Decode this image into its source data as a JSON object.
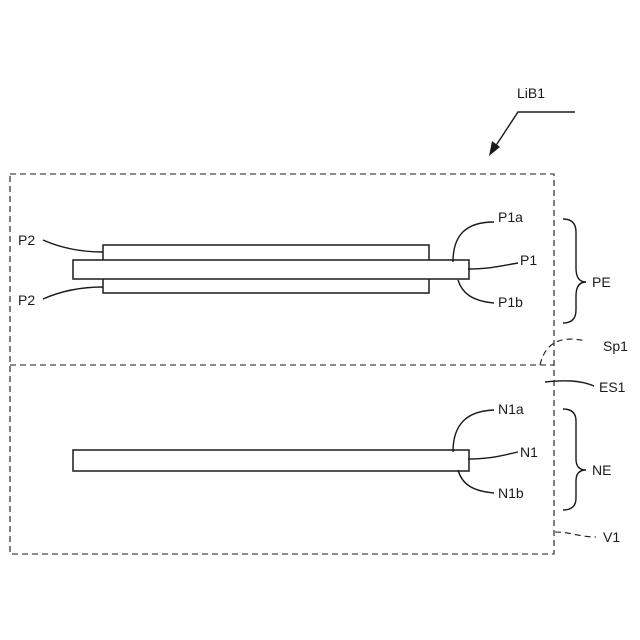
{
  "labels": {
    "lib1": "LiB1",
    "p2_top": "P2",
    "p2_bottom": "P2",
    "p1a": "P1a",
    "p1": "P1",
    "p1b": "P1b",
    "pe": "PE",
    "sp1": "Sp1",
    "es1": "ES1",
    "n1a": "N1a",
    "n1": "N1",
    "n1b": "N1b",
    "ne": "NE",
    "v1": "V1"
  }
}
